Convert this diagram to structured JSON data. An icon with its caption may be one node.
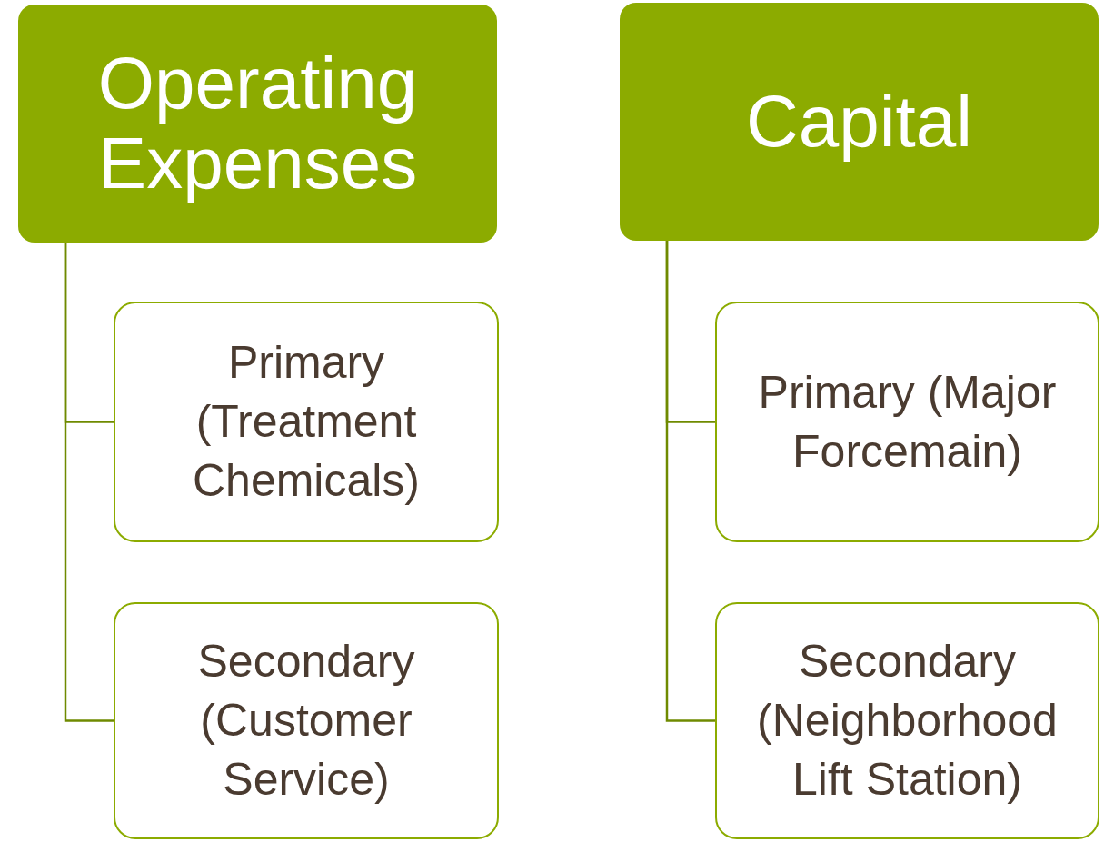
{
  "diagram": {
    "nodes": [
      {
        "text": [
          "Operating Expenses"
        ]
      },
      {
        "text": [
          "Primary (Treatment Chemicals)"
        ]
      },
      {
        "text": [
          "Secondary (Customer Service)"
        ]
      },
      {
        "text": [
          "Capital"
        ]
      },
      {
        "text": [
          "Primary (Major Forcemain)"
        ]
      },
      {
        "text": [
          "Secondary (Neighborhood Lift Station)"
        ]
      }
    ],
    "edges": [
      {
        "from": 0,
        "to": 1,
        "arrow": "none"
      },
      {
        "from": 0,
        "to": 2,
        "arrow": "none"
      },
      {
        "from": 3,
        "to": 4,
        "arrow": "none"
      },
      {
        "from": 3,
        "to": 5,
        "arrow": "none"
      }
    ]
  }
}
